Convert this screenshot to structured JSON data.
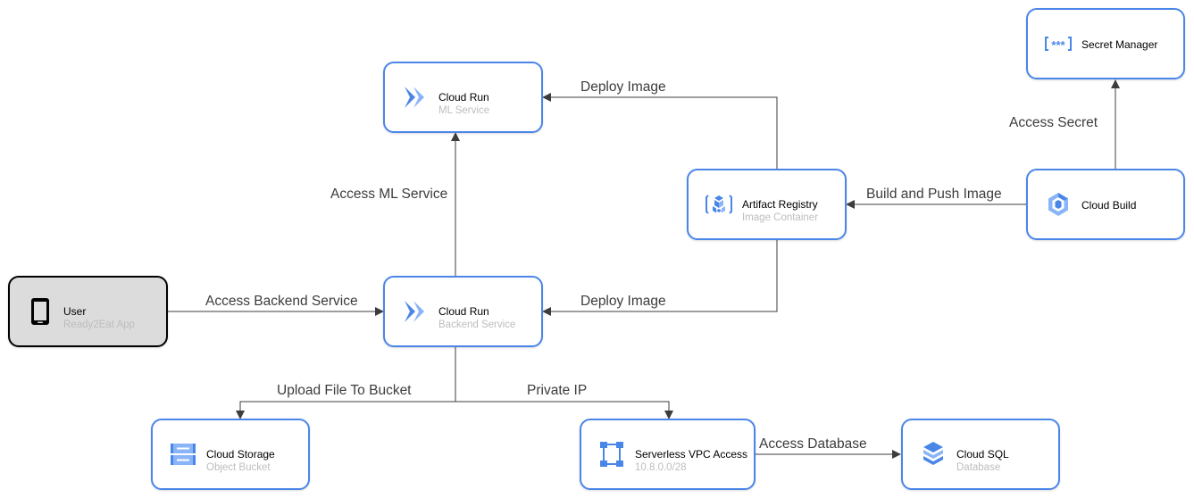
{
  "colors": {
    "accent": "#4a86e8",
    "user_bg": "#dcdcdc",
    "edge": "#000000",
    "subtitle": "#bdbdbd"
  },
  "nodes": {
    "user": {
      "title": "User",
      "subtitle": "Ready2Eat App",
      "icon": "smartphone-icon"
    },
    "ml": {
      "title": "Cloud Run",
      "subtitle": "ML Service",
      "icon": "cloud-run-icon"
    },
    "backend": {
      "title": "Cloud Run",
      "subtitle": "Backend Service",
      "icon": "cloud-run-icon"
    },
    "registry": {
      "title": "Artifact Registry",
      "subtitle": "Image Container",
      "icon": "artifact-registry-icon"
    },
    "build": {
      "title": "Cloud Build",
      "icon": "cloud-build-icon"
    },
    "secret": {
      "title": "Secret Manager",
      "icon": "secret-manager-icon"
    },
    "storage": {
      "title": "Cloud Storage",
      "subtitle": "Object Bucket",
      "icon": "cloud-storage-icon"
    },
    "vpc": {
      "title": "Serverless VPC Access",
      "subtitle": "10.8.0.0/28",
      "icon": "vpc-access-icon"
    },
    "sql": {
      "title": "Cloud SQL",
      "subtitle": "Database",
      "icon": "cloud-sql-icon"
    }
  },
  "edges": {
    "deploy_ml": "Deploy Image",
    "access_secret": "Access Secret",
    "access_ml": "Access ML Service",
    "build_push": "Build and Push Image",
    "access_backend": "Access Backend Service",
    "deploy_backend": "Deploy Image",
    "upload": "Upload File To Bucket",
    "private_ip": "Private IP",
    "access_db": "Access Database"
  }
}
